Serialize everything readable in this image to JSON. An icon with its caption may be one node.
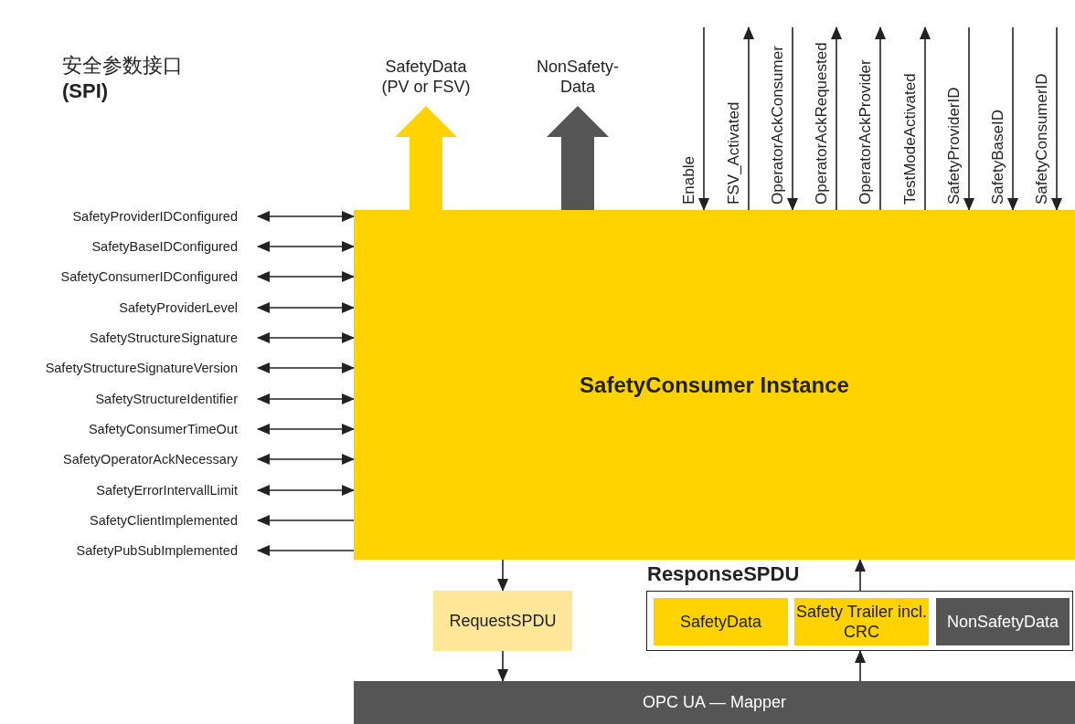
{
  "diagram": {
    "title": "安全参数接口 **(SPI)**",
    "nodes": [
      {
        "text": [
          "SafetyConsumer Instance"
        ]
      },
      {
        "text": [
          "SafetyProviderIDConfigured"
        ]
      },
      {
        "text": [
          "SafetyBaseIDConfigured"
        ]
      },
      {
        "text": [
          "SafetyConsumerIDConfigured"
        ]
      },
      {
        "text": [
          "SafetyProviderLevel"
        ]
      },
      {
        "text": [
          "SafetyStructureSignature"
        ]
      },
      {
        "text": [
          "SafetyStructureSignatureVersion"
        ]
      },
      {
        "text": [
          "SafetyStructureIdentifier"
        ]
      },
      {
        "text": [
          "SafetyConsumerTimeOut"
        ]
      },
      {
        "text": [
          "SafetyOperatorAckNecessary"
        ]
      },
      {
        "text": [
          "SafetyErrorIntervallLimit"
        ]
      },
      {
        "text": [
          "SafetyClientImplemented"
        ]
      },
      {
        "text": [
          "SafetyPubSubImplemented"
        ]
      },
      {
        "text": [
          "RequestSPDU"
        ]
      },
      {
        "text": [
          "ResponseSPDU"
        ]
      },
      {
        "text": [
          "SafetyData"
        ],
        "in": 14
      },
      {
        "text": [
          "Safety Trailer incl. CRC"
        ],
        "in": 14
      },
      {
        "text": [
          "NonSafetyData"
        ],
        "in": 14
      },
      {
        "text": [
          "OPC UA — Mapper"
        ]
      }
    ],
    "edges": [
      {
        "from": 1,
        "to": 0,
        "arrow": "both"
      },
      {
        "from": 2,
        "to": 0,
        "arrow": "both"
      },
      {
        "from": 3,
        "to": 0,
        "arrow": "both"
      },
      {
        "from": 4,
        "to": 0,
        "arrow": "both"
      },
      {
        "from": 5,
        "to": 0,
        "arrow": "both"
      },
      {
        "from": 6,
        "to": 0,
        "arrow": "both"
      },
      {
        "from": 7,
        "to": 0,
        "arrow": "both"
      },
      {
        "from": 8,
        "to": 0,
        "arrow": "both"
      },
      {
        "from": 9,
        "to": 0,
        "arrow": "both"
      },
      {
        "from": 10,
        "to": 0,
        "arrow": "both"
      },
      {
        "from": 0,
        "to": 11,
        "arrow": "to"
      },
      {
        "from": 0,
        "to": 12,
        "arrow": "to"
      },
      {
        "from": null,
        "to": 0,
        "arrow": "to",
        "label": "Enable"
      },
      {
        "from": 0,
        "to": null,
        "arrow": "to",
        "label": "FSV_Activated"
      },
      {
        "from": null,
        "to": 0,
        "arrow": "to",
        "label": "OperatorAckConsumer"
      },
      {
        "from": 0,
        "to": null,
        "arrow": "to",
        "label": "OperatorAckRequested"
      },
      {
        "from": 0,
        "to": null,
        "arrow": "to",
        "label": "OperatorAckProvider"
      },
      {
        "from": 0,
        "to": null,
        "arrow": "to",
        "label": "TestModeActivated"
      },
      {
        "from": null,
        "to": 0,
        "arrow": "to",
        "label": "SafetyProviderID"
      },
      {
        "from": null,
        "to": 0,
        "arrow": "to",
        "label": "SafetyBaseID"
      },
      {
        "from": null,
        "to": 0,
        "arrow": "to",
        "label": "SafetyConsumerID"
      },
      {
        "from": 0,
        "to": null,
        "arrow": "to",
        "label": "SafetyData (PV or FSV)",
        "style": "thick",
        "color": "#ffd200"
      },
      {
        "from": 0,
        "to": null,
        "arrow": "to",
        "label": "NonSafety- Data",
        "style": "thick",
        "color": "#555555"
      },
      {
        "from": 0,
        "to": 13,
        "arrow": "to"
      },
      {
        "from": 13,
        "to": 18,
        "arrow": "to"
      },
      {
        "from": 18,
        "to": 14,
        "arrow": "to"
      },
      {
        "from": 14,
        "to": 0,
        "arrow": "to"
      }
    ]
  }
}
